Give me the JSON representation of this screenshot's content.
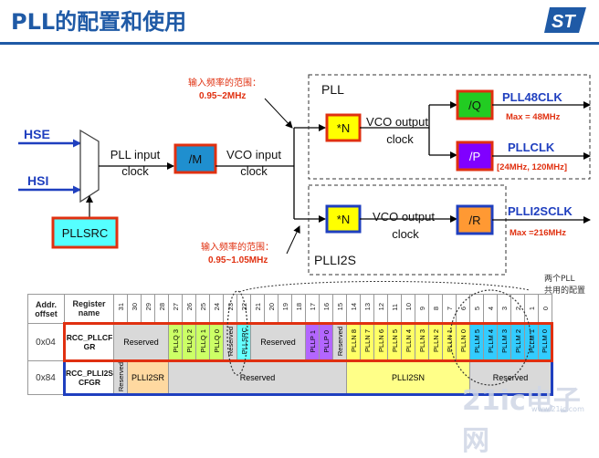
{
  "title": "PLL的配置和使用",
  "logo_alt": "ST",
  "inputs": {
    "hse": "HSE",
    "hsi": "HSI",
    "pllsrc": "PLLSRC"
  },
  "labels": {
    "pll_input_1": "PLL input",
    "pll_input_2": "clock",
    "div_m": "/M",
    "vco_input_1": "VCO input",
    "vco_input_2": "clock",
    "pll_group": "PLL",
    "plli2s_group": "PLLI2S",
    "mul_n_pll": "*N",
    "mul_n_i2s": "*N",
    "vco_output_pll_1": "VCO output",
    "vco_output_pll_2": "clock",
    "vco_output_i2s_1": "VCO output",
    "vco_output_i2s_2": "clock",
    "div_q": "/Q",
    "div_p": "/P",
    "div_r": "/R",
    "pll48clk": "PLL48CLK",
    "pll48clk_max": "Max = 48MHz",
    "pllclk": "PLLCLK",
    "pllclk_range": "[24MHz, 120MHz]",
    "plli2sclk": "PLLI2SCLK",
    "plli2sclk_max": "Max =216MHz",
    "pll_range_title": "输入频率的范围：",
    "pll_range_value": "0.95~2MHz",
    "i2s_range_title": "输入频率的范围：",
    "i2s_range_value": "0.95~1.05MHz"
  },
  "note": {
    "line1": "两个PLL",
    "line2": "共用的配置"
  },
  "watermark": {
    "main": "21ic电子网",
    "sub": "www.21ic.com"
  },
  "table": {
    "h_offset_1": "Addr.",
    "h_offset_2": "offset",
    "h_reg_1": "Register",
    "h_reg_2": "name",
    "bits": [
      "31",
      "30",
      "29",
      "28",
      "27",
      "26",
      "25",
      "24",
      "23",
      "22",
      "21",
      "20",
      "19",
      "18",
      "17",
      "16",
      "15",
      "14",
      "13",
      "12",
      "11",
      "10",
      "9",
      "8",
      "7",
      "6",
      "5",
      "4",
      "3",
      "2",
      "1",
      "0"
    ],
    "row_pllcfgr": {
      "offset": "0x04",
      "name_1": "RCC_PLLCF",
      "name_2": "GR",
      "reserved_a": "Reserved",
      "pllq": [
        "PLLQ 3",
        "PLLQ 2",
        "PLLQ 1",
        "PLLQ 0"
      ],
      "reserved_b": "Reserved",
      "pllsrc": "PLLSRC",
      "reserved_c": "Reserved",
      "pllp": [
        "PLLP 1",
        "PLLP 0"
      ],
      "reserved_d": "Reserved",
      "plln": [
        "PLLN 8",
        "PLLN 7",
        "PLLN 6",
        "PLLN 5",
        "PLLN 4",
        "PLLN 3",
        "PLLN 2",
        "PLLN 1",
        "PLLN 0"
      ],
      "pllm": [
        "PLLM 5",
        "PLLM 4",
        "PLLM 3",
        "PLLM 2",
        "PLLM 1",
        "PLLM 0"
      ]
    },
    "row_plli2scfgr": {
      "offset": "0x84",
      "name_1": "RCC_PLLI2S",
      "name_2": "CFGR",
      "reserved_a": "Reserved",
      "plli2sr": "PLLI2SR",
      "reserved_b": "Reserved",
      "plli2sn": "PLLI2SN",
      "reserved_c": "Reserved"
    }
  },
  "colors": {
    "title": "#1f5aa6",
    "accent_red": "#e03010",
    "arrow_blue": "#1f3fbf",
    "box_teal": "#1f8fcf",
    "box_yellow": "#ffff00",
    "box_green": "#22cc22",
    "box_purple": "#8000ff",
    "box_orange": "#ff9933",
    "pllsrc_cyan": "#55ffff"
  }
}
